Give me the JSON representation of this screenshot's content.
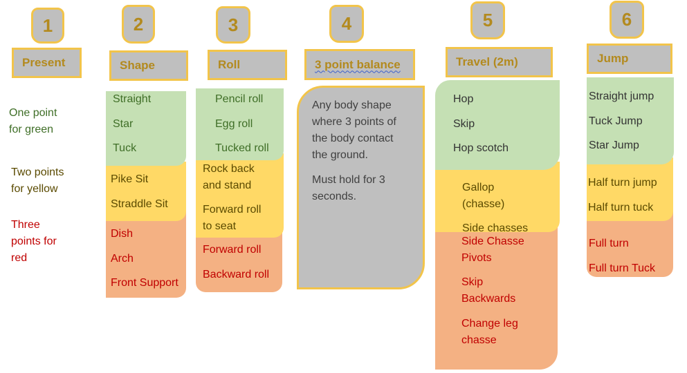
{
  "legend": {
    "green": [
      "One point",
      "for green"
    ],
    "yellow": [
      "Two points",
      "for yellow"
    ],
    "red": [
      "Three",
      "points for",
      "red"
    ]
  },
  "columns": [
    {
      "number": "1",
      "title": "Present"
    },
    {
      "number": "2",
      "title": "Shape",
      "green": [
        "Straight",
        "Star",
        "Tuck"
      ],
      "yellow": [
        "Pike Sit",
        "Straddle Sit"
      ],
      "red": [
        "Dish",
        "Arch",
        "Front Support"
      ]
    },
    {
      "number": "3",
      "title": "Roll",
      "green": [
        "Pencil roll",
        "Egg roll",
        "Tucked roll"
      ],
      "yellow": [
        [
          "Rock back",
          "and stand"
        ],
        [
          "Forward roll",
          "to seat"
        ]
      ],
      "red": [
        "Forward roll",
        "Backward roll"
      ]
    },
    {
      "number": "4",
      "title": "3 point balance",
      "description": [
        [
          "Any body shape",
          "where 3 points of",
          "the body contact",
          "the ground."
        ],
        [
          "Must hold for 3",
          "seconds."
        ]
      ]
    },
    {
      "number": "5",
      "title": "Travel (2m)",
      "green": [
        "Hop",
        "Skip",
        "Hop scotch"
      ],
      "yellow": [
        [
          "Gallop",
          "(chasse)"
        ],
        [
          "Side chasses"
        ]
      ],
      "red": [
        [
          "Side Chasse",
          "Pivots"
        ],
        [
          "Skip",
          "Backwards"
        ],
        [
          "Change leg",
          "chasse"
        ]
      ]
    },
    {
      "number": "6",
      "title": "Jump",
      "green": [
        "Straight jump",
        "Tuck Jump",
        "Star Jump"
      ],
      "yellow": [
        "Half turn jump",
        "Half turn tuck"
      ],
      "red": [
        "Full turn",
        "Full turn Tuck"
      ]
    }
  ],
  "colors": {
    "green": "#c5e0b4",
    "yellow": "#ffd966",
    "red": "#f4b183",
    "gray": "#bfbfbf",
    "border": "#f2c44a"
  }
}
